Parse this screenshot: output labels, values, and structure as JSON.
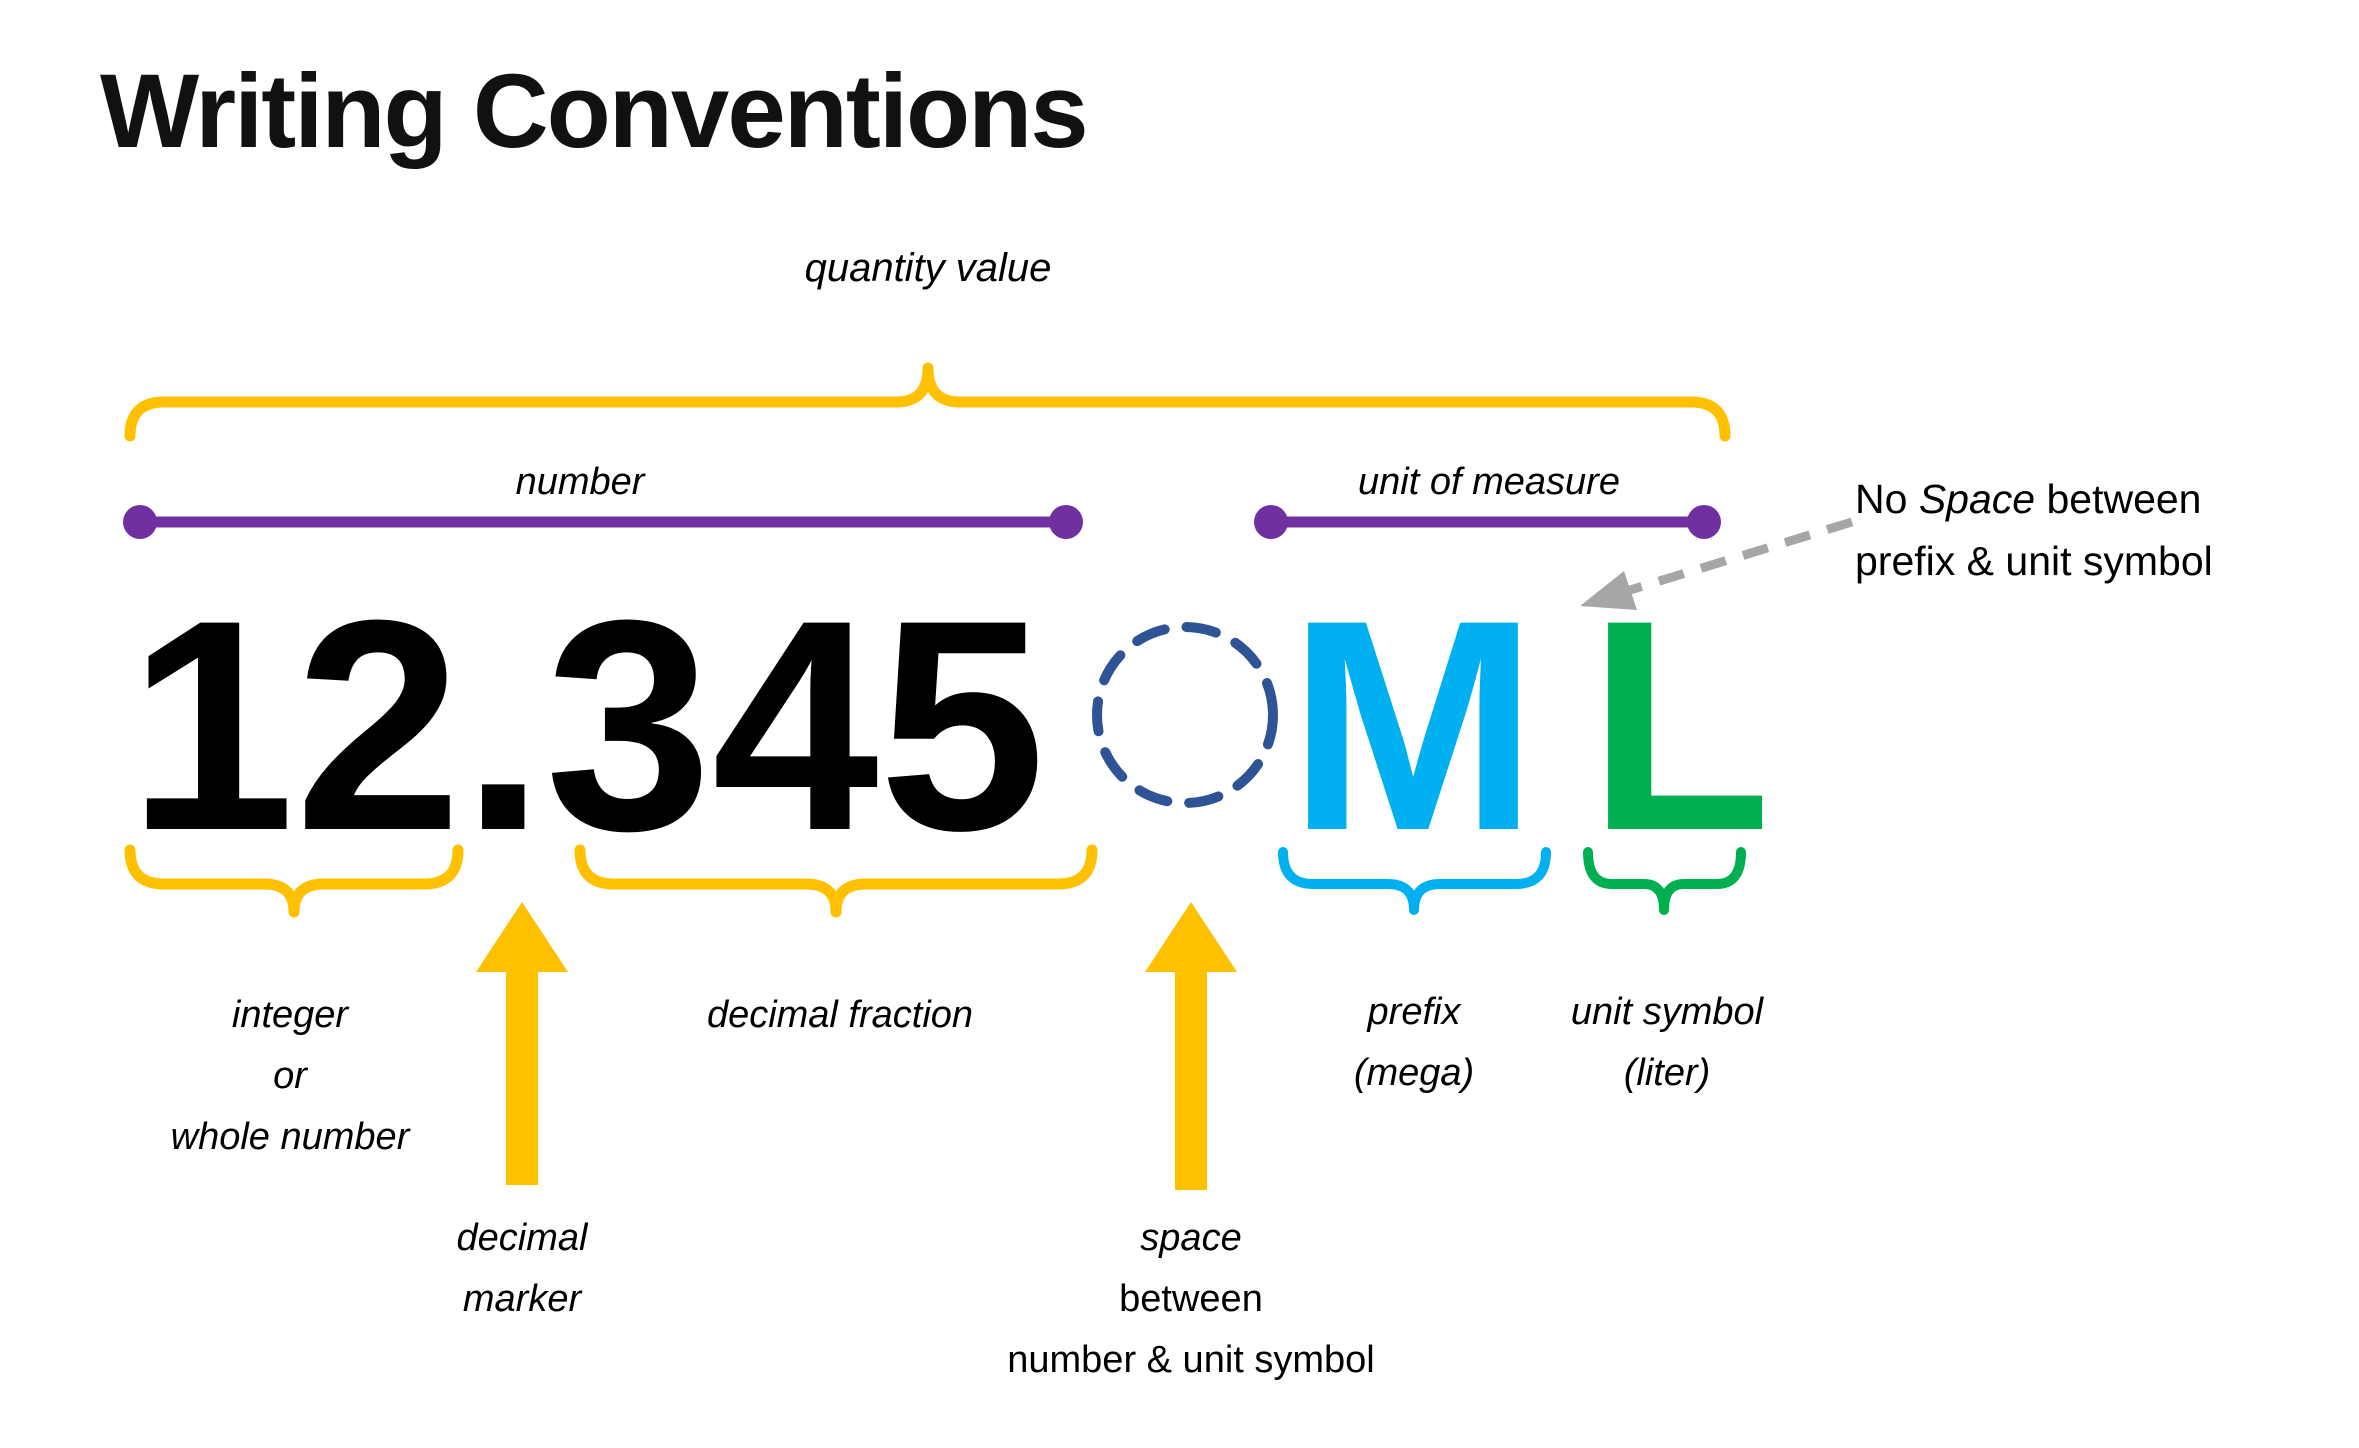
{
  "title": "Writing Conventions",
  "colors": {
    "gold": "#FFC000",
    "purple": "#7030A0",
    "cyan": "#00B0F0",
    "green": "#00B050",
    "circle-blue": "#2F5496",
    "gray": "#A6A6A6"
  },
  "expression": {
    "number": "12.345",
    "prefix_letter": "M",
    "unit_letter": "L"
  },
  "labels": {
    "quantity_value": "quantity value",
    "number": "number",
    "unit_of_measure": "unit of measure",
    "integer": [
      "integer",
      "or",
      "whole number"
    ],
    "decimal_marker": [
      "decimal",
      "marker"
    ],
    "decimal_fraction": "decimal fraction",
    "space": [
      "space",
      "between",
      "number & unit symbol"
    ],
    "prefix": [
      "prefix",
      "(mega)"
    ],
    "unit_symbol": [
      "unit symbol",
      "(liter)"
    ],
    "note": {
      "line1_pre": "No ",
      "line1_italic": "Space",
      "line1_post": " between",
      "line2": "prefix & unit symbol"
    }
  }
}
